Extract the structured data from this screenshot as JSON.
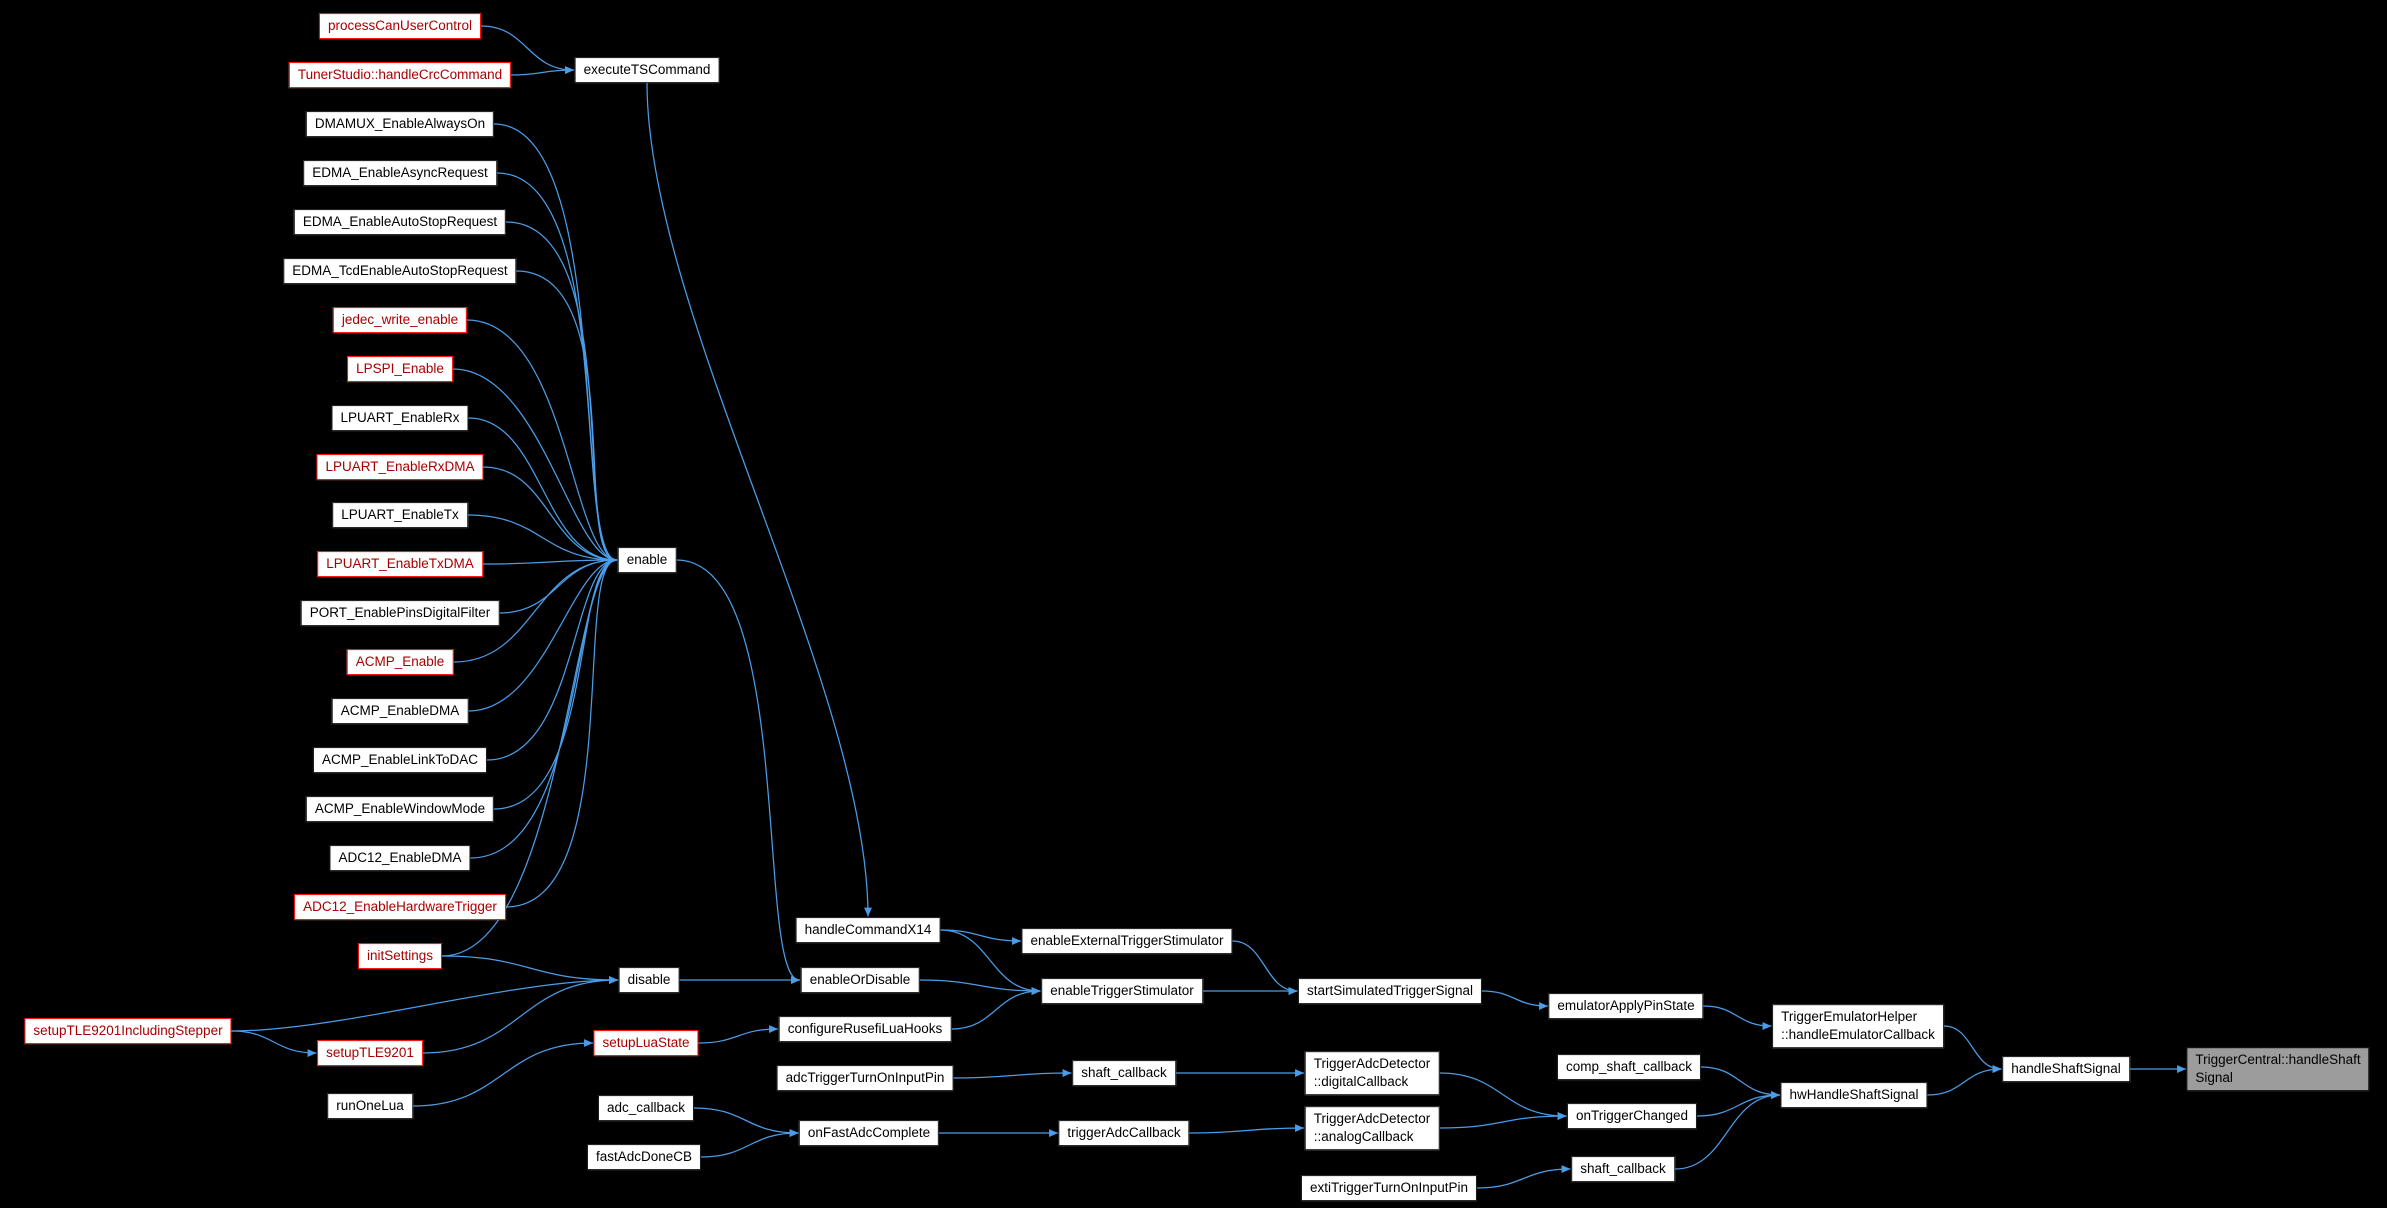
{
  "diagram": {
    "kind": "call-graph",
    "colors": {
      "background": "#000000",
      "edge": "#4a9de8",
      "node_fill": "#ffffff",
      "node_border": "#141414",
      "truncated_border": "#ff0000",
      "truncated_text": "#a80000",
      "target_fill": "#9c9c9c"
    },
    "nodes": [
      {
        "id": "processCanUserControl",
        "label": "processCanUserControl",
        "style": "truncated"
      },
      {
        "id": "TunerStudio_handleCrcCommand",
        "label": "TunerStudio::handleCrcCommand",
        "style": "truncated"
      },
      {
        "id": "DMAMUX_EnableAlwaysOn",
        "label": "DMAMUX_EnableAlwaysOn",
        "style": "normal"
      },
      {
        "id": "EDMA_EnableAsyncRequest",
        "label": "EDMA_EnableAsyncRequest",
        "style": "normal"
      },
      {
        "id": "EDMA_EnableAutoStopRequest",
        "label": "EDMA_EnableAutoStopRequest",
        "style": "normal"
      },
      {
        "id": "EDMA_TcdEnableAutoStopRequest",
        "label": "EDMA_TcdEnableAutoStopRequest",
        "style": "normal"
      },
      {
        "id": "jedec_write_enable",
        "label": "jedec_write_enable",
        "style": "truncated"
      },
      {
        "id": "LPSPI_Enable",
        "label": "LPSPI_Enable",
        "style": "truncated"
      },
      {
        "id": "LPUART_EnableRx",
        "label": "LPUART_EnableRx",
        "style": "normal"
      },
      {
        "id": "LPUART_EnableRxDMA",
        "label": "LPUART_EnableRxDMA",
        "style": "truncated"
      },
      {
        "id": "LPUART_EnableTx",
        "label": "LPUART_EnableTx",
        "style": "normal"
      },
      {
        "id": "LPUART_EnableTxDMA",
        "label": "LPUART_EnableTxDMA",
        "style": "truncated"
      },
      {
        "id": "PORT_EnablePinsDigitalFilter",
        "label": "PORT_EnablePinsDigitalFilter",
        "style": "normal"
      },
      {
        "id": "ACMP_Enable",
        "label": "ACMP_Enable",
        "style": "truncated"
      },
      {
        "id": "ACMP_EnableDMA",
        "label": "ACMP_EnableDMA",
        "style": "normal"
      },
      {
        "id": "ACMP_EnableLinkToDAC",
        "label": "ACMP_EnableLinkToDAC",
        "style": "normal"
      },
      {
        "id": "ACMP_EnableWindowMode",
        "label": "ACMP_EnableWindowMode",
        "style": "normal"
      },
      {
        "id": "ADC12_EnableDMA",
        "label": "ADC12_EnableDMA",
        "style": "normal"
      },
      {
        "id": "ADC12_EnableHardwareTrigger",
        "label": "ADC12_EnableHardwareTrigger",
        "style": "truncated"
      },
      {
        "id": "initSettings",
        "label": "initSettings",
        "style": "truncated"
      },
      {
        "id": "setupTLE9201IncludingStepper",
        "label": "setupTLE9201IncludingStepper",
        "style": "truncated"
      },
      {
        "id": "setupTLE9201",
        "label": "setupTLE9201",
        "style": "truncated"
      },
      {
        "id": "runOneLua",
        "label": "runOneLua",
        "style": "normal"
      },
      {
        "id": "executeTSCommand",
        "label": "executeTSCommand",
        "style": "normal"
      },
      {
        "id": "enable",
        "label": "enable",
        "style": "normal"
      },
      {
        "id": "disable",
        "label": "disable",
        "style": "normal"
      },
      {
        "id": "setupLuaState",
        "label": "setupLuaState",
        "style": "truncated"
      },
      {
        "id": "adc_callback",
        "label": "adc_callback",
        "style": "normal"
      },
      {
        "id": "fastAdcDoneCB",
        "label": "fastAdcDoneCB",
        "style": "normal"
      },
      {
        "id": "handleCommandX14",
        "label": "handleCommandX14",
        "style": "normal"
      },
      {
        "id": "enableOrDisable",
        "label": "enableOrDisable",
        "style": "normal"
      },
      {
        "id": "configureRusefiLuaHooks",
        "label": "configureRusefiLuaHooks",
        "style": "normal"
      },
      {
        "id": "adcTriggerTurnOnInputPin",
        "label": "adcTriggerTurnOnInputPin",
        "style": "normal"
      },
      {
        "id": "onFastAdcComplete",
        "label": "onFastAdcComplete",
        "style": "normal"
      },
      {
        "id": "enableExternalTriggerStimulator",
        "label": "enableExternalTriggerStimulator",
        "style": "normal"
      },
      {
        "id": "enableTriggerStimulator",
        "label": "enableTriggerStimulator",
        "style": "normal"
      },
      {
        "id": "shaft_callback_adc",
        "label": "shaft_callback",
        "style": "normal"
      },
      {
        "id": "triggerAdcCallback",
        "label": "triggerAdcCallback",
        "style": "normal"
      },
      {
        "id": "startSimulatedTriggerSignal",
        "label": "startSimulatedTriggerSignal",
        "style": "normal"
      },
      {
        "id": "TriggerAdcDetector_digitalCallback",
        "label": "TriggerAdcDetector::digitalCallback",
        "lines": [
          "TriggerAdcDetector",
          "::digitalCallback"
        ],
        "style": "normal"
      },
      {
        "id": "TriggerAdcDetector_analogCallback",
        "label": "TriggerAdcDetector::analogCallback",
        "lines": [
          "TriggerAdcDetector",
          "::analogCallback"
        ],
        "style": "normal"
      },
      {
        "id": "extiTriggerTurnOnInputPin",
        "label": "extiTriggerTurnOnInputPin",
        "style": "normal"
      },
      {
        "id": "emulatorApplyPinState",
        "label": "emulatorApplyPinState",
        "style": "normal"
      },
      {
        "id": "comp_shaft_callback",
        "label": "comp_shaft_callback",
        "style": "normal"
      },
      {
        "id": "onTriggerChanged",
        "label": "onTriggerChanged",
        "style": "normal"
      },
      {
        "id": "shaft_callback_exti",
        "label": "shaft_callback",
        "style": "normal"
      },
      {
        "id": "TriggerEmulatorHelper_handleEmulatorCallback",
        "label": "TriggerEmulatorHelper::handleEmulatorCallback",
        "lines": [
          "TriggerEmulatorHelper",
          "::handleEmulatorCallback"
        ],
        "style": "normal"
      },
      {
        "id": "hwHandleShaftSignal",
        "label": "hwHandleShaftSignal",
        "style": "normal"
      },
      {
        "id": "handleShaftSignal",
        "label": "handleShaftSignal",
        "style": "normal"
      },
      {
        "id": "TriggerCentral_handleShaftSignal",
        "label": "TriggerCentral::handleShaftSignal",
        "lines": [
          "TriggerCentral::handleShaft",
          "Signal"
        ],
        "style": "target"
      }
    ],
    "edges": [
      {
        "from": "processCanUserControl",
        "to": "executeTSCommand"
      },
      {
        "from": "TunerStudio_handleCrcCommand",
        "to": "executeTSCommand"
      },
      {
        "from": "executeTSCommand",
        "to": "handleCommandX14"
      },
      {
        "from": "DMAMUX_EnableAlwaysOn",
        "to": "enable"
      },
      {
        "from": "EDMA_EnableAsyncRequest",
        "to": "enable"
      },
      {
        "from": "EDMA_EnableAutoStopRequest",
        "to": "enable"
      },
      {
        "from": "EDMA_TcdEnableAutoStopRequest",
        "to": "enable"
      },
      {
        "from": "jedec_write_enable",
        "to": "enable"
      },
      {
        "from": "LPSPI_Enable",
        "to": "enable"
      },
      {
        "from": "LPUART_EnableRx",
        "to": "enable"
      },
      {
        "from": "LPUART_EnableRxDMA",
        "to": "enable"
      },
      {
        "from": "LPUART_EnableTx",
        "to": "enable"
      },
      {
        "from": "LPUART_EnableTxDMA",
        "to": "enable"
      },
      {
        "from": "PORT_EnablePinsDigitalFilter",
        "to": "enable"
      },
      {
        "from": "ACMP_Enable",
        "to": "enable"
      },
      {
        "from": "ACMP_EnableDMA",
        "to": "enable"
      },
      {
        "from": "ACMP_EnableLinkToDAC",
        "to": "enable"
      },
      {
        "from": "ACMP_EnableWindowMode",
        "to": "enable"
      },
      {
        "from": "ADC12_EnableDMA",
        "to": "enable"
      },
      {
        "from": "ADC12_EnableHardwareTrigger",
        "to": "enable"
      },
      {
        "from": "initSettings",
        "to": "enable"
      },
      {
        "from": "initSettings",
        "to": "disable"
      },
      {
        "from": "setupTLE9201IncludingStepper",
        "to": "disable"
      },
      {
        "from": "setupTLE9201IncludingStepper",
        "to": "setupTLE9201"
      },
      {
        "from": "setupTLE9201",
        "to": "disable"
      },
      {
        "from": "runOneLua",
        "to": "setupLuaState"
      },
      {
        "from": "enable",
        "to": "enableOrDisable"
      },
      {
        "from": "disable",
        "to": "enableOrDisable"
      },
      {
        "from": "setupLuaState",
        "to": "configureRusefiLuaHooks"
      },
      {
        "from": "adc_callback",
        "to": "onFastAdcComplete"
      },
      {
        "from": "fastAdcDoneCB",
        "to": "onFastAdcComplete"
      },
      {
        "from": "handleCommandX14",
        "to": "enableExternalTriggerStimulator"
      },
      {
        "from": "handleCommandX14",
        "to": "enableTriggerStimulator"
      },
      {
        "from": "enableOrDisable",
        "to": "enableTriggerStimulator"
      },
      {
        "from": "configureRusefiLuaHooks",
        "to": "enableTriggerStimulator"
      },
      {
        "from": "adcTriggerTurnOnInputPin",
        "to": "shaft_callback_adc"
      },
      {
        "from": "onFastAdcComplete",
        "to": "triggerAdcCallback"
      },
      {
        "from": "enableExternalTriggerStimulator",
        "to": "startSimulatedTriggerSignal"
      },
      {
        "from": "enableTriggerStimulator",
        "to": "startSimulatedTriggerSignal"
      },
      {
        "from": "shaft_callback_adc",
        "to": "TriggerAdcDetector_digitalCallback"
      },
      {
        "from": "triggerAdcCallback",
        "to": "TriggerAdcDetector_analogCallback"
      },
      {
        "from": "startSimulatedTriggerSignal",
        "to": "emulatorApplyPinState"
      },
      {
        "from": "TriggerAdcDetector_digitalCallback",
        "to": "onTriggerChanged"
      },
      {
        "from": "TriggerAdcDetector_analogCallback",
        "to": "onTriggerChanged"
      },
      {
        "from": "extiTriggerTurnOnInputPin",
        "to": "shaft_callback_exti"
      },
      {
        "from": "emulatorApplyPinState",
        "to": "TriggerEmulatorHelper_handleEmulatorCallback"
      },
      {
        "from": "comp_shaft_callback",
        "to": "hwHandleShaftSignal"
      },
      {
        "from": "onTriggerChanged",
        "to": "hwHandleShaftSignal"
      },
      {
        "from": "shaft_callback_exti",
        "to": "hwHandleShaftSignal"
      },
      {
        "from": "TriggerEmulatorHelper_handleEmulatorCallback",
        "to": "handleShaftSignal"
      },
      {
        "from": "hwHandleShaftSignal",
        "to": "handleShaftSignal"
      },
      {
        "from": "handleShaftSignal",
        "to": "TriggerCentral_handleShaftSignal"
      }
    ]
  }
}
